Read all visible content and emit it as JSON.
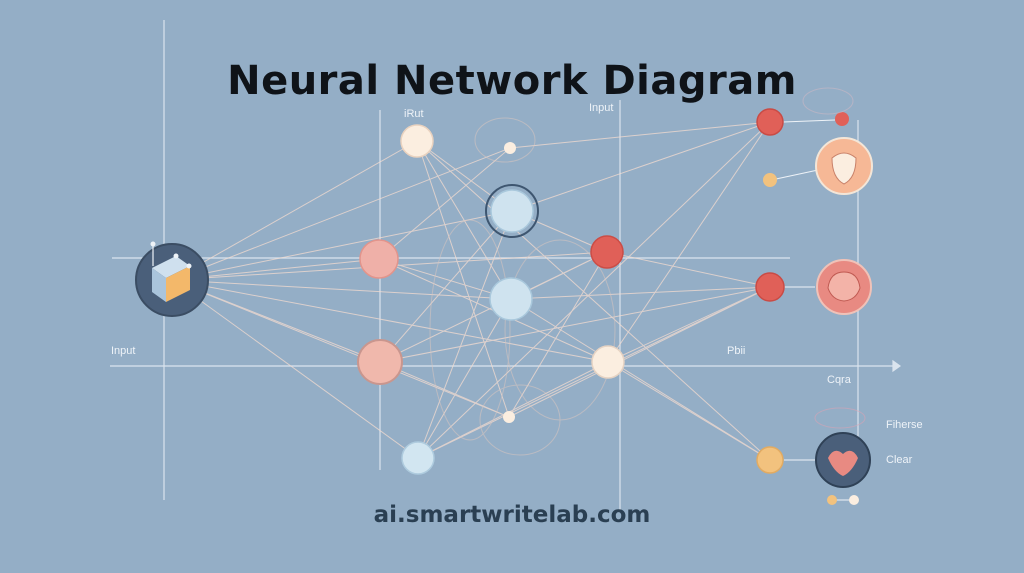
{
  "title": "Neural Network Diagram",
  "watermark": "ai.smartwritelab.com",
  "labels": {
    "input_left": "Input",
    "input_top_left": "iRut",
    "input_top_right": "Input",
    "pbii": "Pbii",
    "cqra": "Cqra",
    "fiherse": "Fiherse",
    "clear": "Clear"
  },
  "colors": {
    "background": "#94aec6",
    "cream": "#fbeee0",
    "pink": "#efb0a8",
    "light_blue": "#cfe3ef",
    "red": "#e06058",
    "yellow": "#f2c27e",
    "peach": "#f6b896",
    "dark_navy": "#4a5f7a"
  }
}
